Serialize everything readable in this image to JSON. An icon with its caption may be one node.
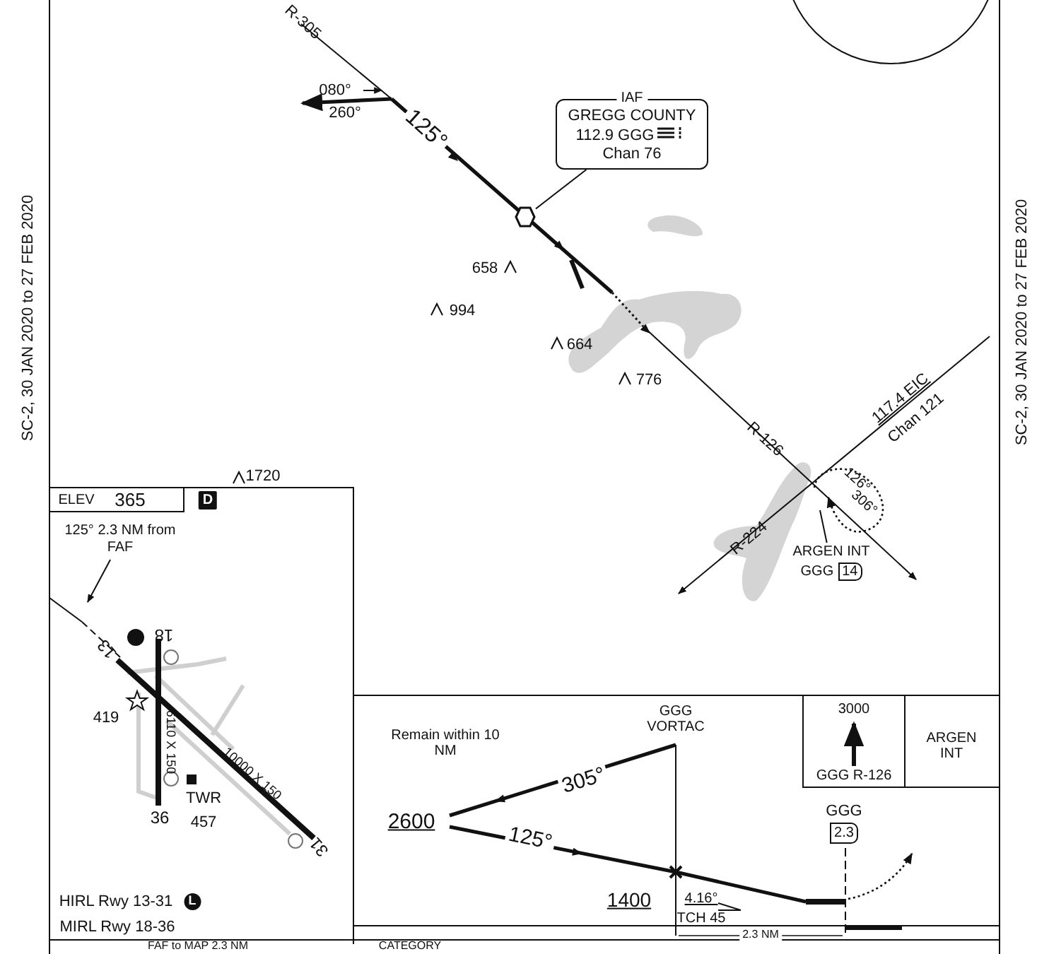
{
  "diagram": {
    "nodes": [
      {
        "text": [
          "IAF",
          "GREGG COUNTY",
          "112.9 GGG",
          "Chan 76"
        ]
      },
      {
        "text": [],
        "shape": "hexagon"
      },
      {
        "text": [
          "125° 2.3 NM from FAF"
        ]
      },
      {
        "text": [
          "ARGEN INT",
          "GGG",
          "14"
        ]
      },
      {
        "text": [
          "GGG",
          "2.3"
        ]
      }
    ],
    "edges": [
      {
        "from": 0,
        "to": 1,
        "arrow": "none"
      },
      {
        "from": 2,
        "to": null,
        "arrow": "to"
      },
      {
        "from": 3,
        "to": null,
        "arrow": "none"
      }
    ],
    "labels": [
      "R-305",
      "080°",
      "260°",
      "125°",
      "658",
      "994",
      "664",
      "776",
      "R-126",
      "117.4 EIC",
      "Chan 121",
      "126°",
      "306°",
      "R-224",
      "1720",
      "SC-2, 30 JAN 2020 to 27 FEB 2020",
      "SC-2, 30 JAN 2020 to 27 FEB 2020",
      "ELEV",
      "365",
      "D",
      "18",
      "13",
      "419",
      "6110 X 150",
      "10000 X 150",
      "36",
      "TWR",
      "457",
      "31",
      "HIRL Rwy 13-31",
      "L",
      "MIRL Rwy 18-36",
      "Remain within 10 NM",
      "GGG VORTAC",
      "305°",
      "2600",
      "125°",
      "1400",
      "4.16°",
      "TCH 45",
      "2.3 NM",
      "3000",
      "GGG R-126",
      "ARGEN INT",
      "FAF to MAP 2.3 NM",
      "CATEGORY"
    ]
  }
}
